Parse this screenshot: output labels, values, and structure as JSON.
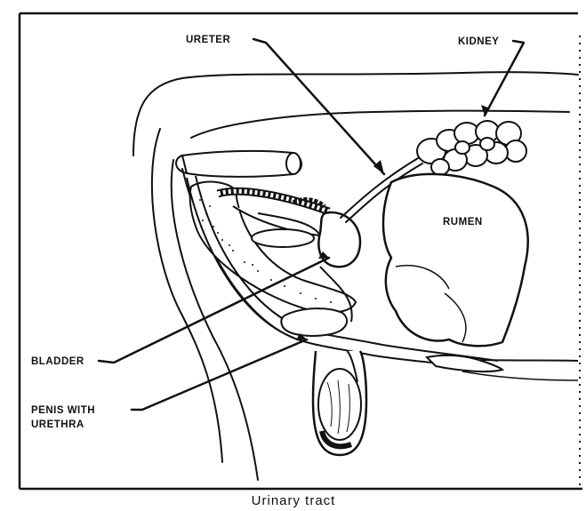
{
  "caption": "Urinary tract",
  "labels": {
    "ureter": "URETER",
    "kidney": "KIDNEY",
    "rumen": "RUMEN",
    "bladder": "BLADDER",
    "penis_line1": "PENIS WITH",
    "penis_line2": "URETHRA"
  },
  "colors": {
    "ink": "#111111",
    "paper": "#ffffff"
  }
}
